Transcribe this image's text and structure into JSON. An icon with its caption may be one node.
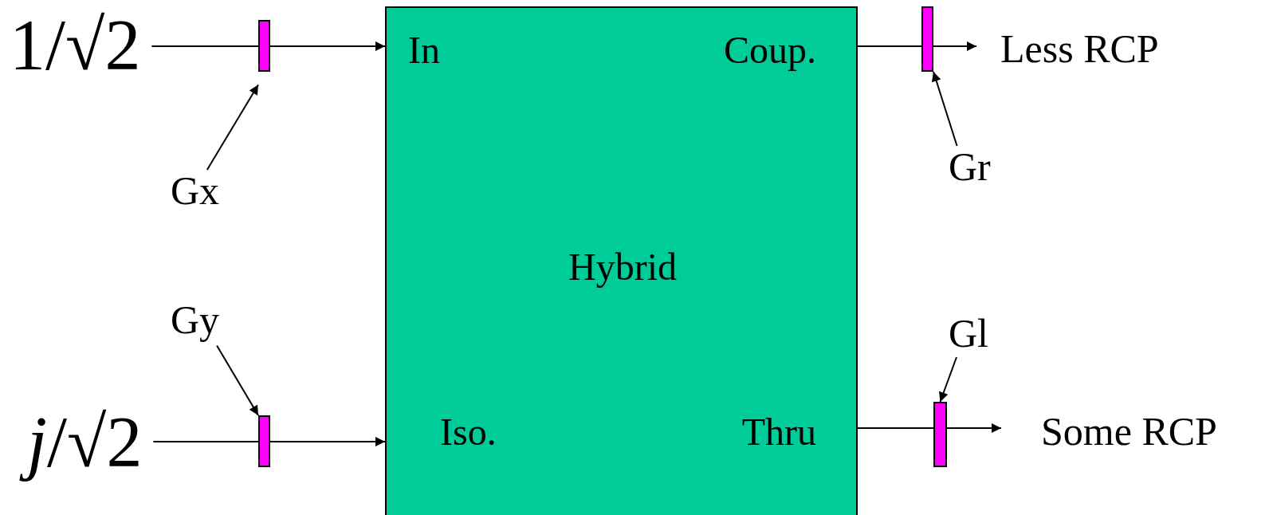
{
  "diagram": {
    "nodes": [
      {
        "text": [
          "1/√2"
        ]
      },
      {
        "text": [],
        "shape": "bar"
      },
      {
        "text": [
          "Gx"
        ]
      },
      {
        "text": [
          "Gy"
        ]
      },
      {
        "text": [
          "*j*/√2"
        ]
      },
      {
        "text": [],
        "shape": "bar"
      },
      {
        "text": [
          "In",
          "Coup.",
          "Hybrid",
          "Iso.",
          "Thru"
        ]
      },
      {
        "text": [],
        "shape": "bar"
      },
      {
        "text": [
          "Less RCP"
        ]
      },
      {
        "text": [
          "Gr"
        ]
      },
      {
        "text": [
          "Gl"
        ]
      },
      {
        "text": [],
        "shape": "bar"
      },
      {
        "text": [
          "Some RCP"
        ]
      }
    ],
    "edges": [
      {
        "from": 0,
        "to": 1,
        "arrow": "none"
      },
      {
        "from": 1,
        "to": 6,
        "arrow": "to"
      },
      {
        "from": 2,
        "to": 1,
        "arrow": "to"
      },
      {
        "from": 3,
        "to": 5,
        "arrow": "to"
      },
      {
        "from": 4,
        "to": 5,
        "arrow": "none"
      },
      {
        "from": 5,
        "to": 6,
        "arrow": "to"
      },
      {
        "from": 6,
        "to": 7,
        "arrow": "none"
      },
      {
        "from": 7,
        "to": 8,
        "arrow": "to"
      },
      {
        "from": 9,
        "to": 7,
        "arrow": "to"
      },
      {
        "from": 10,
        "to": 11,
        "arrow": "to"
      },
      {
        "from": 6,
        "to": 11,
        "arrow": "none"
      },
      {
        "from": 11,
        "to": 12,
        "arrow": "to"
      }
    ]
  }
}
